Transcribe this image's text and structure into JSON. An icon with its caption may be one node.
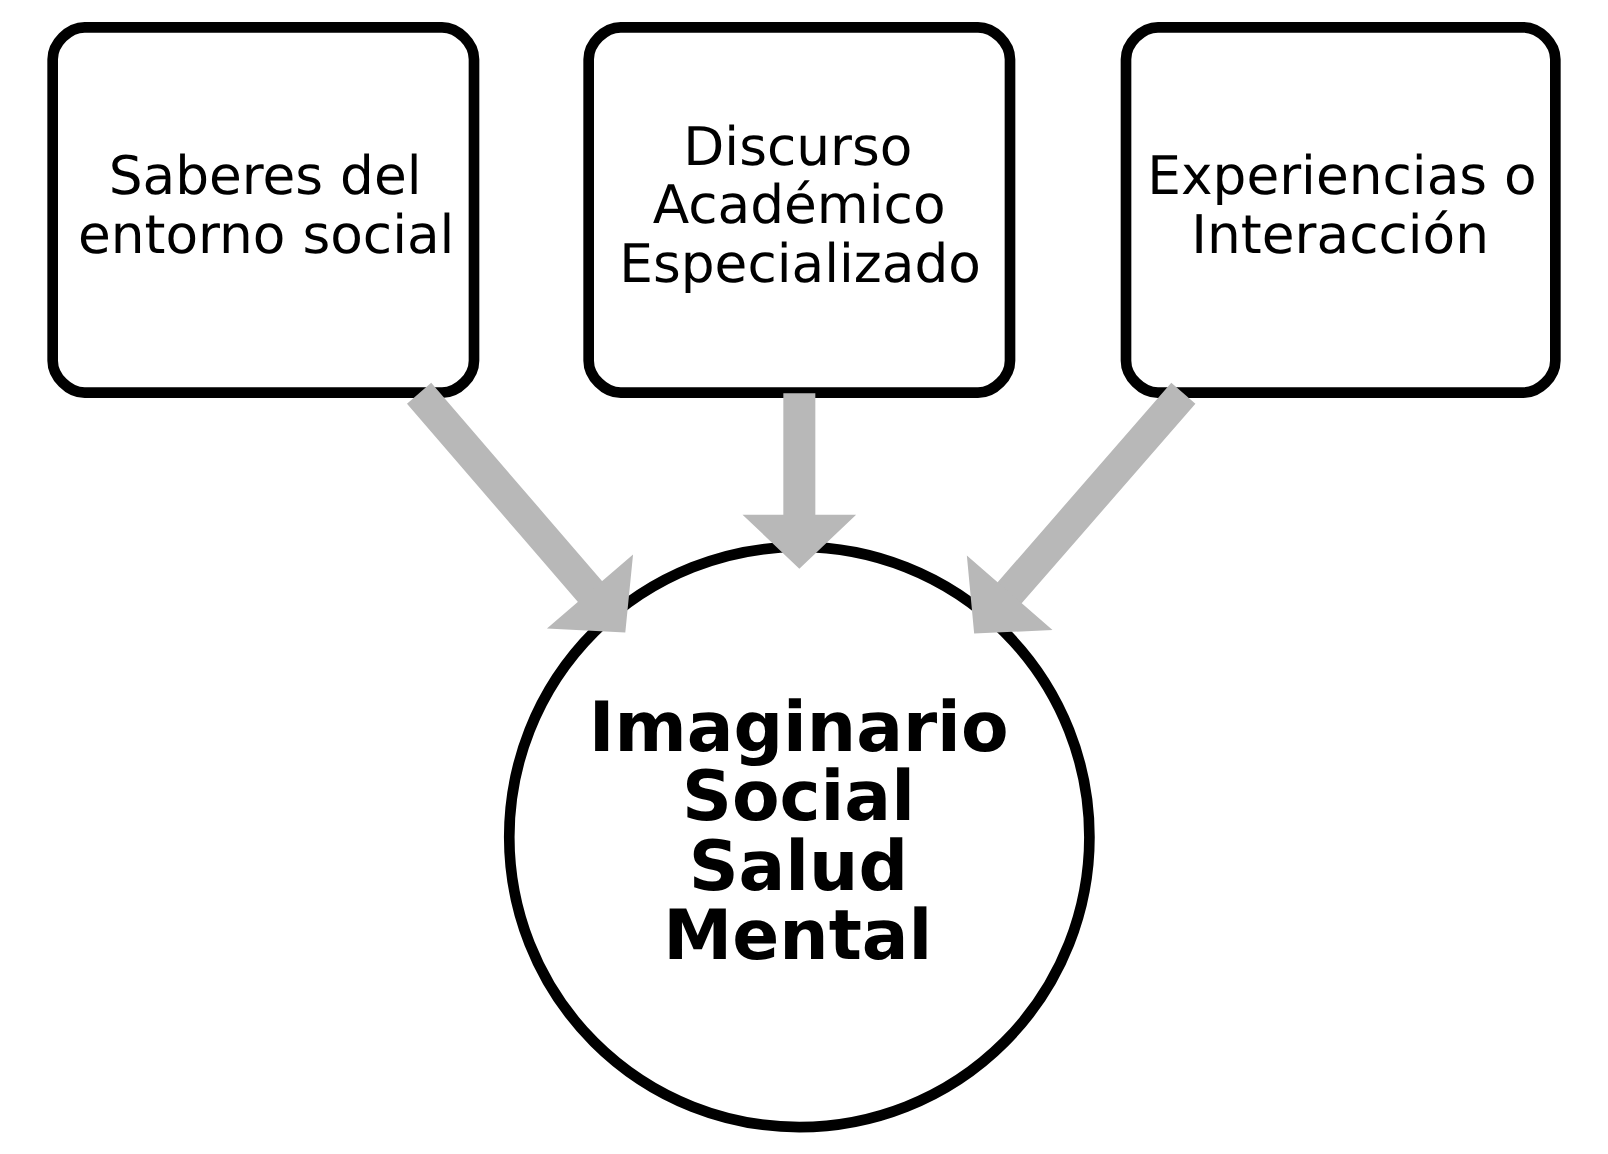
{
  "diagram": {
    "nodes": [
      {
        "text": [
          "Saberes del entorno social"
        ]
      },
      {
        "text": [
          "Discurso Académico Especializado"
        ]
      },
      {
        "text": [
          "Experiencias o Interacción"
        ]
      },
      {
        "text": [
          "Imaginario Social Salud Mental"
        ]
      }
    ],
    "edges": [
      {
        "from": 0,
        "to": 3,
        "arrow": "to"
      },
      {
        "from": 1,
        "to": 3,
        "arrow": "to"
      },
      {
        "from": 2,
        "to": 3,
        "arrow": "to"
      }
    ]
  }
}
